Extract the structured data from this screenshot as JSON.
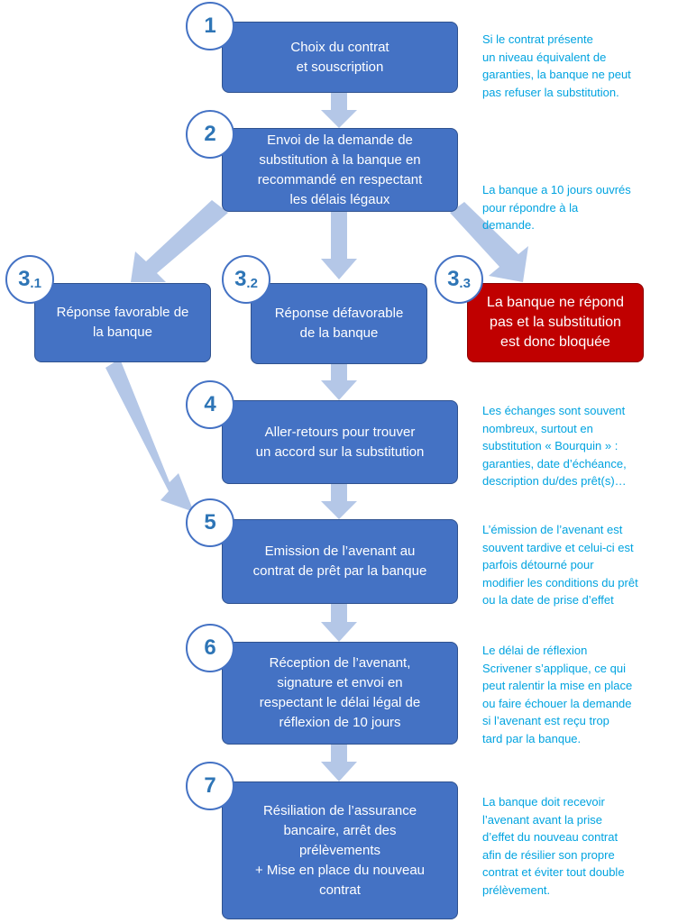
{
  "colors": {
    "box": "#4472c4",
    "box_alert": "#c00000",
    "arrow": "#b4c7e7",
    "step_number": "#2e75b6",
    "note_text": "#00a3e0"
  },
  "steps": [
    {
      "number": "1",
      "text": "Choix du contrat\net souscription"
    },
    {
      "number": "2",
      "text": "Envoi de la demande de\nsubstitution à la banque en\nrecommandé en respectant\nles délais légaux"
    },
    {
      "number": "4",
      "text": "Aller-retours pour trouver\nun accord sur la substitution"
    },
    {
      "number": "5",
      "text": "Emission de l’avenant au\ncontrat de prêt par la banque"
    },
    {
      "number": "6",
      "text": "Réception de l’avenant,\nsignature et envoi en\nrespectant le délai légal de\nréflexion de 10 jours"
    },
    {
      "number": "7",
      "text": "Résiliation de l’assurance\nbancaire, arrêt des\nprélèvements\n+ Mise en place du nouveau\ncontrat"
    }
  ],
  "branches": [
    {
      "number": "3",
      "sub": ".1",
      "text": "Réponse favorable de\nla banque"
    },
    {
      "number": "3",
      "sub": ".2",
      "text": "Réponse défavorable\nde la banque"
    },
    {
      "number": "3",
      "sub": ".3",
      "text": "La banque ne répond\npas et la substitution\nest donc bloquée"
    }
  ],
  "notes": [
    "Si le contrat présente\nun niveau équivalent de\ngaranties, la banque ne peut\npas refuser la substitution.",
    "La banque a 10 jours ouvrés\npour répondre à la\ndemande.",
    "Les échanges sont souvent\nnombreux, surtout en\nsubstitution « Bourquin » :\ngaranties, date d’échéance,\ndescription du/des prêt(s)…",
    "L’émission de l’avenant est\nsouvent tardive et celui-ci est\nparfois détourné pour\nmodifier les conditions du prêt\nou la date de prise d’effet",
    "Le délai de réflexion\nScrivener s’applique, ce qui\npeut ralentir la mise en place\nou faire échouer la demande\nsi l’avenant est reçu trop\ntard par la banque.",
    "La banque doit recevoir\nl’avenant avant la prise\nd’effet du nouveau contrat\nafin de résilier son propre\ncontrat et éviter tout double\nprélèvement."
  ]
}
